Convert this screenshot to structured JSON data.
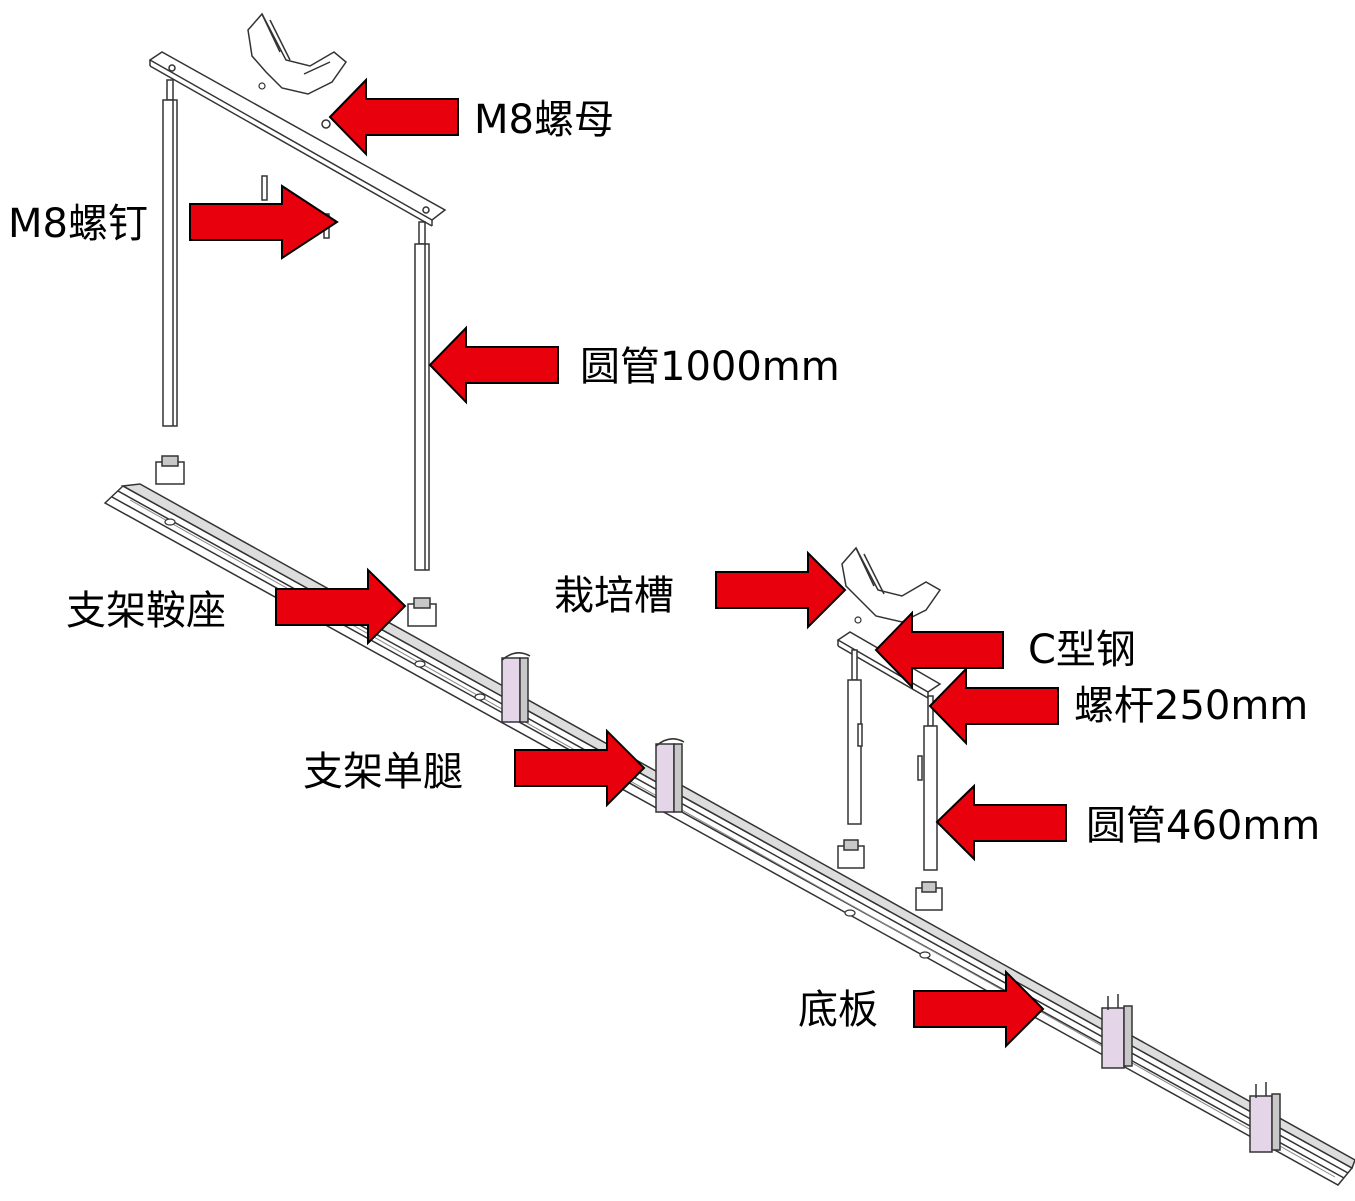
{
  "colors": {
    "arrow_fill": "#e8000c",
    "arrow_stroke": "#000000",
    "part_stroke": "#333333",
    "part_fill": "#ffffff",
    "part_shade": "#c8c8c8",
    "part_tint": "#e4d6e8",
    "background": "#ffffff"
  },
  "labels": {
    "m8_nut": "M8螺母",
    "m8_screw": "M8螺钉",
    "round_tube_1000": "圆管1000mm",
    "bracket_saddle": "支架鞍座",
    "cultivation_trough": "栽培槽",
    "c_steel": "C型钢",
    "screw_rod_250": "螺杆250mm",
    "bracket_single_leg": "支架单腿",
    "round_tube_460": "圆管460mm",
    "base_plate": "底板"
  },
  "arrow_direction": {
    "m8_nut": "left",
    "m8_screw": "right",
    "round_tube_1000": "left",
    "bracket_saddle": "right",
    "cultivation_trough": "right",
    "c_steel": "left",
    "screw_rod_250": "left",
    "bracket_single_leg": "right",
    "round_tube_460": "left",
    "base_plate": "right"
  }
}
